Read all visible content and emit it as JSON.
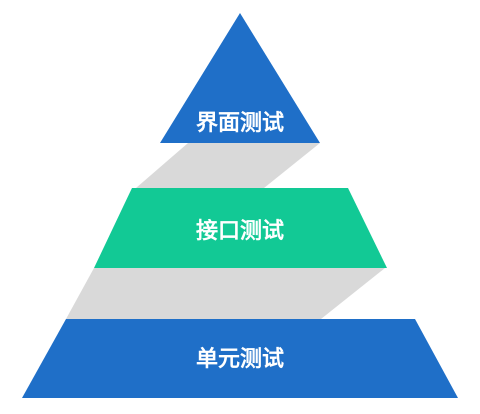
{
  "diagram": {
    "colors": {
      "connector": "#d9d9d9",
      "top_tier": "#1f6fc8",
      "middle_tier": "#12c995",
      "bottom_tier": "#1f6fc8",
      "text": "#ffffff"
    },
    "tiers": [
      {
        "label": "界面测试"
      },
      {
        "label": "接口测试"
      },
      {
        "label": "单元测试"
      }
    ]
  }
}
